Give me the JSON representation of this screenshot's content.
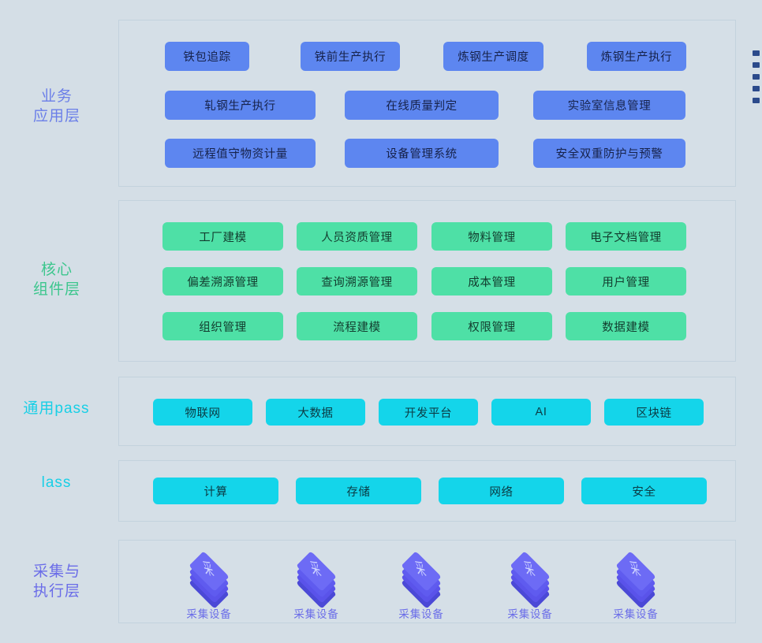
{
  "background_color": "#d4dee6",
  "layers": [
    {
      "id": "business-application",
      "label": "业务\n应用层",
      "label_color": "#6b7fe8",
      "accent": "#5d86f0",
      "rows": [
        [
          "铁包追踪",
          "铁前生产执行",
          "炼钢生产调度",
          "炼钢生产执行"
        ],
        [
          "轧钢生产执行",
          "在线质量判定",
          "实验室信息管理"
        ],
        [
          "远程值守物资计量",
          "设备管理系统",
          "安全双重防护与预警"
        ]
      ]
    },
    {
      "id": "core-component",
      "label": "核心\n组件层",
      "label_color": "#3cc68d",
      "accent": "#4ee0a6",
      "rows": [
        [
          "工厂建模",
          "人员资质管理",
          "物料管理",
          "电子文档管理"
        ],
        [
          "偏差溯源管理",
          "查询溯源管理",
          "成本管理",
          "用户管理"
        ],
        [
          "组织管理",
          "流程建模",
          "权限管理",
          "数据建模"
        ]
      ]
    },
    {
      "id": "general-paas",
      "label": "通用pass",
      "label_color": "#18cfe6",
      "accent": "#14d5ea",
      "rows": [
        [
          "物联网",
          "大数据",
          "开发平台",
          "AI",
          "区块链"
        ]
      ]
    },
    {
      "id": "iaas",
      "label": "lass",
      "label_color": "#18cfe6",
      "accent": "#14d5ea",
      "rows": [
        [
          "计算",
          "存储",
          "网络",
          "安全"
        ]
      ]
    },
    {
      "id": "collection-execution",
      "label": "采集与\n执行层",
      "label_color": "#6a6ce8",
      "accent": "#5f5bef",
      "devices": [
        {
          "icon": "collection-device-icon",
          "glyph": "采",
          "label": "采集设备"
        },
        {
          "icon": "collection-device-icon",
          "glyph": "采",
          "label": "采集设备"
        },
        {
          "icon": "collection-device-icon",
          "glyph": "采",
          "label": "采集设备"
        },
        {
          "icon": "collection-device-icon",
          "glyph": "采",
          "label": "采集设备"
        },
        {
          "icon": "collection-device-icon",
          "glyph": "采",
          "label": "采集设备"
        }
      ]
    }
  ],
  "edge_marks": {
    "count": 5,
    "color": "#2b4a8b"
  }
}
